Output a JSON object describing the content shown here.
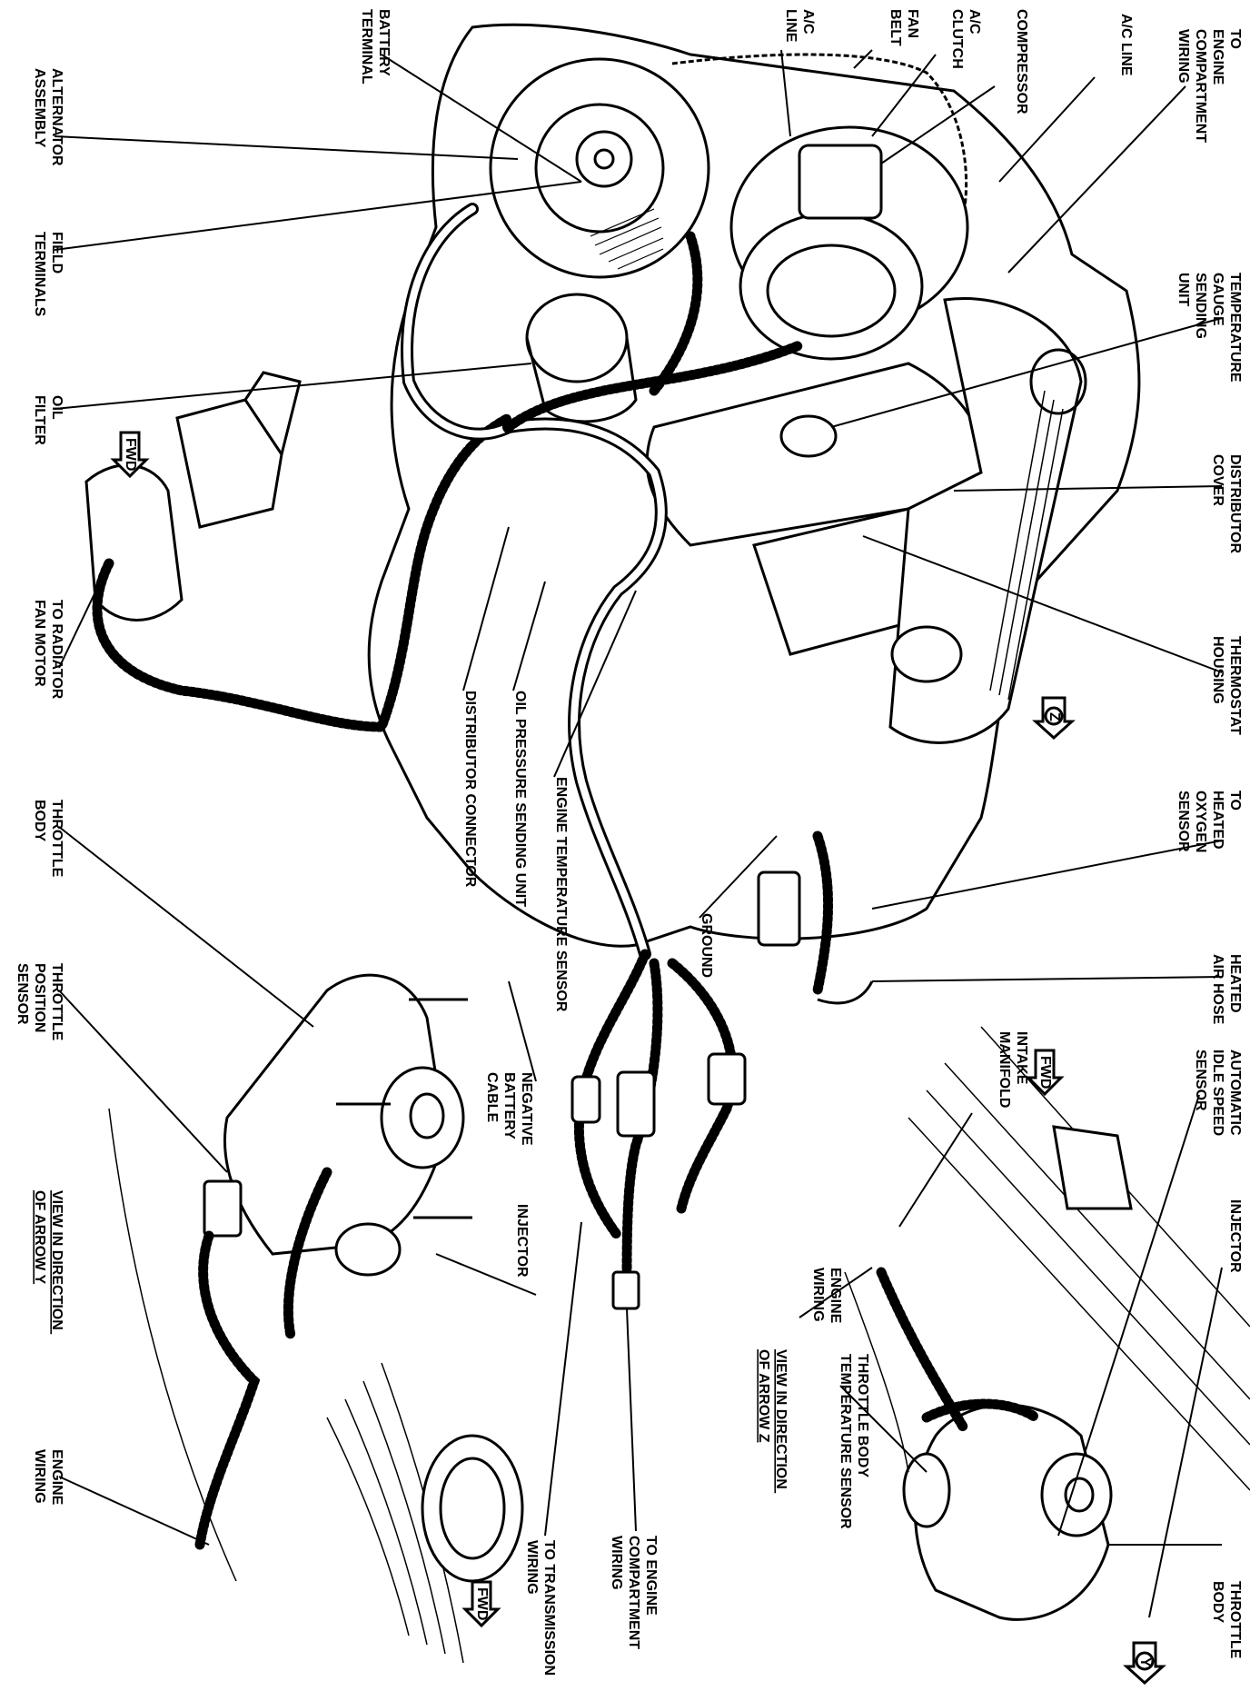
{
  "diagram": {
    "labels": {
      "to_engine_compartment_wiring_top": [
        "TO",
        "ENGINE",
        "COMPARTMENT",
        "WIRING"
      ],
      "ac_line_right": [
        "A/C LINE"
      ],
      "compressor": [
        "COMPRESSOR"
      ],
      "ac_clutch": [
        "A/C",
        "CLUTCH"
      ],
      "fan_belt": [
        "FAN",
        "BELT"
      ],
      "ac_line_left": [
        "A/C",
        "LINE"
      ],
      "battery_terminal": [
        "BATTERY",
        "TERMINAL"
      ],
      "alternator_assembly": [
        "ALTERNATOR",
        "ASSEMBLY"
      ],
      "field_terminals": [
        "FIELD",
        "TERMINALS"
      ],
      "oil_filter": [
        "OIL",
        "FILTER"
      ],
      "to_radiator_fan_motor": [
        "TO RADIATOR",
        "FAN MOTOR"
      ],
      "distributor_connector": [
        "DISTRIBUTOR CONNECTOR"
      ],
      "oil_pressure_sending_unit": [
        "OIL PRESSURE SENDING UNIT"
      ],
      "engine_temperature_sensor": [
        "ENGINE TEMPERATURE SENSOR"
      ],
      "ground": [
        "GROUND"
      ],
      "temperature_gauge_sending_unit": [
        "TEMPERATURE",
        "GAUGE",
        "SENDING",
        "UNIT"
      ],
      "distributor_cover": [
        "DISTRIBUTOR",
        "COVER"
      ],
      "thermostat_housing": [
        "THERMOSTAT",
        "HOUSING"
      ],
      "to_heated_oxygen_sensor": [
        "TO",
        "HEATED",
        "OXYGEN",
        "SENSOR"
      ],
      "heated_air_hose": [
        "HEATED",
        "AIR HOSE"
      ],
      "throttle_body_left": [
        "THROTTLE",
        "BODY"
      ],
      "throttle_position_sensor": [
        "THROTTLE",
        "POSITION",
        "SENSOR"
      ],
      "view_arrow_y": [
        "VIEW IN DIRECTION",
        "OF ARROW Y"
      ],
      "engine_wiring_left": [
        "ENGINE",
        "WIRING"
      ],
      "negative_battery_cable": [
        "NEGATIVE",
        "BATTERY",
        "CABLE"
      ],
      "injector_left": [
        "INJECTOR"
      ],
      "to_transmission_wiring": [
        "TO TRANSMISSION",
        "WIRING"
      ],
      "to_engine_compartment_wiring_bottom": [
        "TO ENGINE",
        "COMPARTMENT",
        "WIRING"
      ],
      "automatic_idle_speed_sensor": [
        "AUTOMATIC",
        "IDLE SPEED",
        "SENSOR"
      ],
      "intake_manifold": [
        "INTAKE",
        "MANIFOLD"
      ],
      "injector_right": [
        "INJECTOR"
      ],
      "engine_wiring_right": [
        "ENGINE",
        "WIRING"
      ],
      "view_arrow_z": [
        "VIEW IN DIRECTION",
        "OF ARROW Z"
      ],
      "throttle_body_temperature_sensor": [
        "THROTTLE BODY",
        "TEMPERATURE SENSOR"
      ],
      "throttle_body_right": [
        "THROTTLE",
        "BODY"
      ],
      "fwd_arrow": "FWD",
      "arrow_y": "Y",
      "arrow_z": "Z"
    }
  }
}
